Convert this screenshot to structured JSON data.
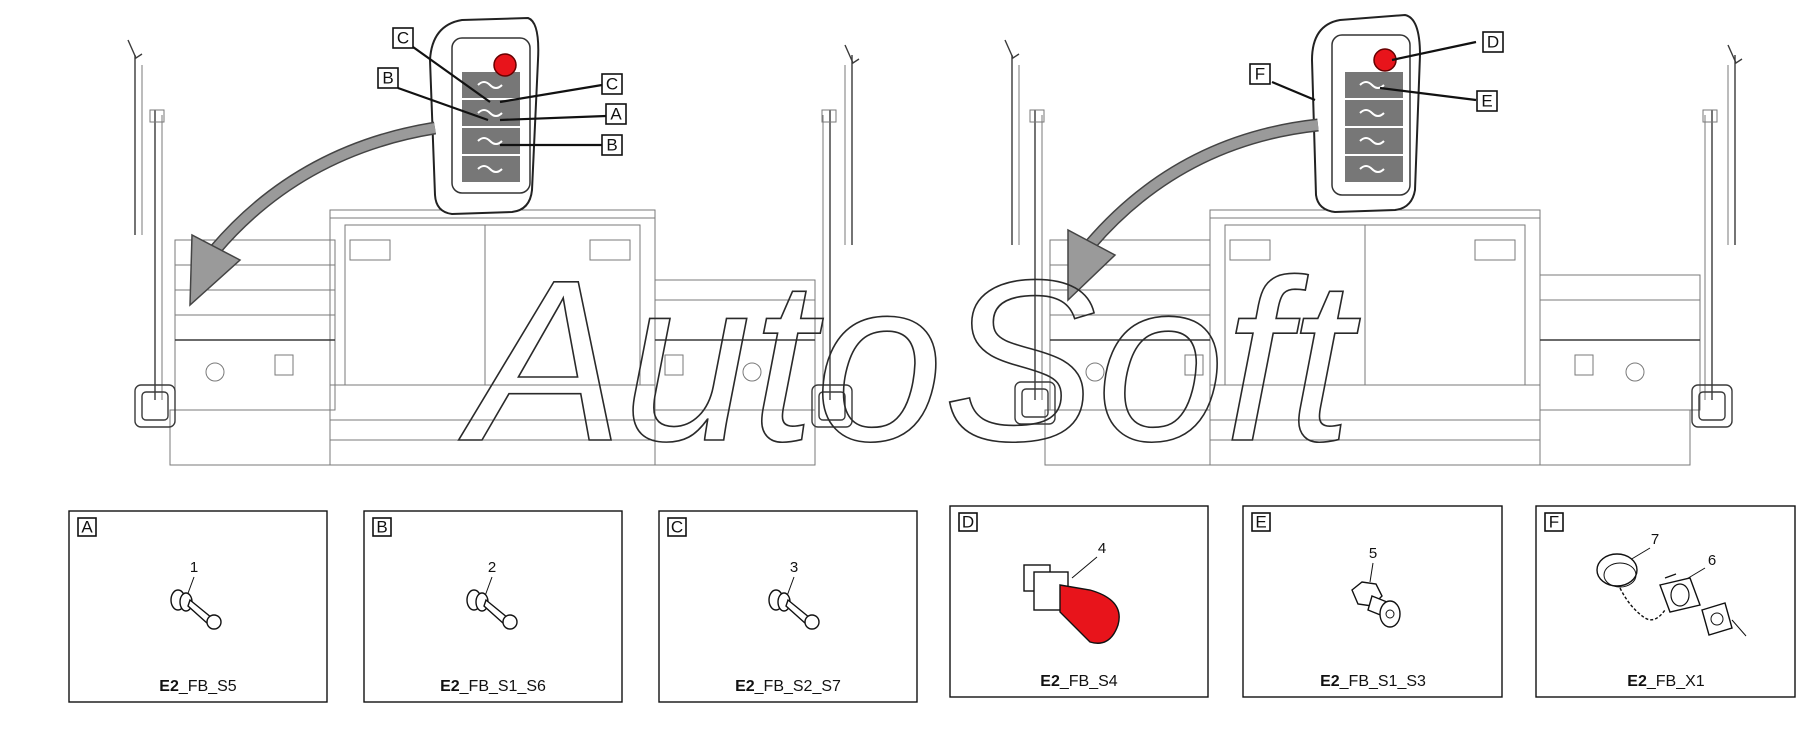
{
  "overview_callouts": {
    "left": [
      "C",
      "B",
      "C",
      "A",
      "B"
    ],
    "right": [
      "F",
      "D",
      "E"
    ]
  },
  "detail_panels": [
    {
      "letter": "A",
      "part_number": "1",
      "caption_bold": "E2",
      "caption_rest": "_FB_S5"
    },
    {
      "letter": "B",
      "part_number": "2",
      "caption_bold": "E2",
      "caption_rest": "_FB_S1_S6"
    },
    {
      "letter": "C",
      "part_number": "3",
      "caption_bold": "E2",
      "caption_rest": "_FB_S2_S7"
    },
    {
      "letter": "D",
      "part_number": "4",
      "caption_bold": "E2",
      "caption_rest": "_FB_S4"
    },
    {
      "letter": "E",
      "part_number": "5",
      "caption_bold": "E2",
      "caption_rest": "_FB_S1_S3"
    },
    {
      "letter": "F",
      "part_numbers": [
        "7",
        "6"
      ],
      "caption_bold": "E2",
      "caption_rest": "_FB_X1"
    }
  ],
  "watermark": "AutoSoft",
  "colors": {
    "emergency_stop": "#e8141b",
    "line": "#111111",
    "machine_line": "#7a7a7a"
  }
}
